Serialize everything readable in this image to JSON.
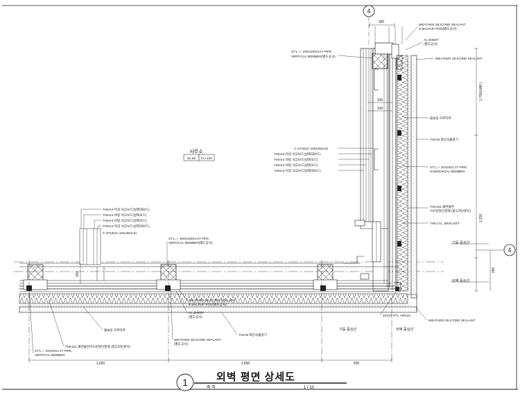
{
  "drawing": {
    "title": "외벽 평면 상세도",
    "detail_number": "1",
    "scale_label": "축 척",
    "scale_value": "1 / 10"
  },
  "grid": {
    "top_bubble": "4",
    "right_bubble": "4",
    "ref_lines": [
      {
        "label": "기둥 중심선"
      },
      {
        "label": "외벽 중심선"
      }
    ],
    "bottom_refs": [
      {
        "label": "기둥 중심선"
      },
      {
        "label": "외벽 중심선"
      }
    ]
  },
  "room": {
    "name": "사무소",
    "level": "SL-50",
    "fl": "FL+100"
  },
  "dimensions": {
    "bottom": [
      "1,000",
      "1,890",
      "500"
    ],
    "top": "350",
    "right": [
      "1,750(VAR.)",
      "1,250",
      "250"
    ],
    "left_vertical": "100",
    "inner": [
      "100",
      "100"
    ]
  },
  "annotations": {
    "top_mullion": [
      "WEATHER SILICONE SEALANT",
      "& BACKUP ROD(별도공사)",
      "AL.SHEET",
      "(별도공사)",
      "WEATHER SILICONE SEALANT"
    ],
    "pipe_top": [
      "ST'L □- 100X100X2.6T PIPE",
      "VERTICAL MEMBER(별도공사)"
    ],
    "right_mid": [
      "불놓용 모르타르",
      "THK30 화강석물갈기",
      "ST'L □- 40X20X1.4T PIPE",
      "HORIZONTAL MEMBER",
      "THK101 패연불연",
      "이으린열단열재 (접도마닫판유)",
      "THK3 AL. BRACKET"
    ],
    "stud_center": [
      "C-STUD(C-100x45x0.8)",
      "THK9.5 마감 석고보드(방화대보드)",
      "THK9.5 바탕 석고보드(방화보드)",
      "THK9.5 바탕 석고보드(방화보드)",
      "THK9.5 마감 석고보드(방화대보드)"
    ],
    "stud_left": [
      "THK9.5 마감 석고보드(방화대보드)",
      "THK9.5 바탕 석고보드(방화보드)",
      "THK9.5 바탕 석고보드(방화보드)",
      "THK9.5 마감 석고보드(방화대보드)",
      "C-STUD(C-100x45x0.8)"
    ],
    "pipe_mid": [
      "ST'L □- 100X100X2.6T PIPE",
      "VERTICAL MEMBER(별도공사)"
    ],
    "bottom_right_mullion": [
      "WEATHER SILICONE SEALANT",
      "& BACKUP ROD(별도공사)"
    ],
    "al_sheet_bottom": [
      "AL.SHEET",
      "(별도공사)"
    ],
    "angle": "40X30 ST'L ANGLE",
    "sealant_corner": "WEATHER SILICONE SEALANT",
    "mortar_bottom": "불놓용 모르타르",
    "insul_bottom": "THK101 패연불연이으린열단열재 (접도마닫판유)",
    "sealant_bottom": [
      "WEATHER SILICONE SEALANT",
      "(별도공사)"
    ],
    "granite_bottom": "THK30 화강석물갈기",
    "pipe_bottom": [
      "ST'L □- 40X20X1.4T PIPE",
      "VERTICAL MEMBER"
    ]
  },
  "colors": {
    "line": "#1a1a1a",
    "hatch": "#444444",
    "accent": "#000000"
  }
}
